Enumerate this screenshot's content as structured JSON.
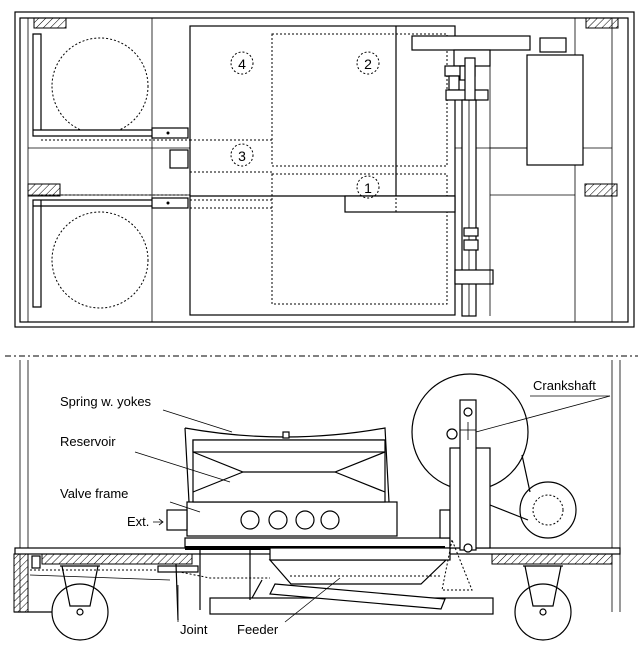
{
  "numbers": [
    "1",
    "2",
    "3",
    "4"
  ],
  "labels": {
    "crankshaft": "Crankshaft",
    "spring": "Spring w. yokes",
    "reservoir": "Reservoir",
    "valve_frame": "Valve frame",
    "ext": "Ext.",
    "joint": "Joint",
    "feeder": "Feeder"
  }
}
